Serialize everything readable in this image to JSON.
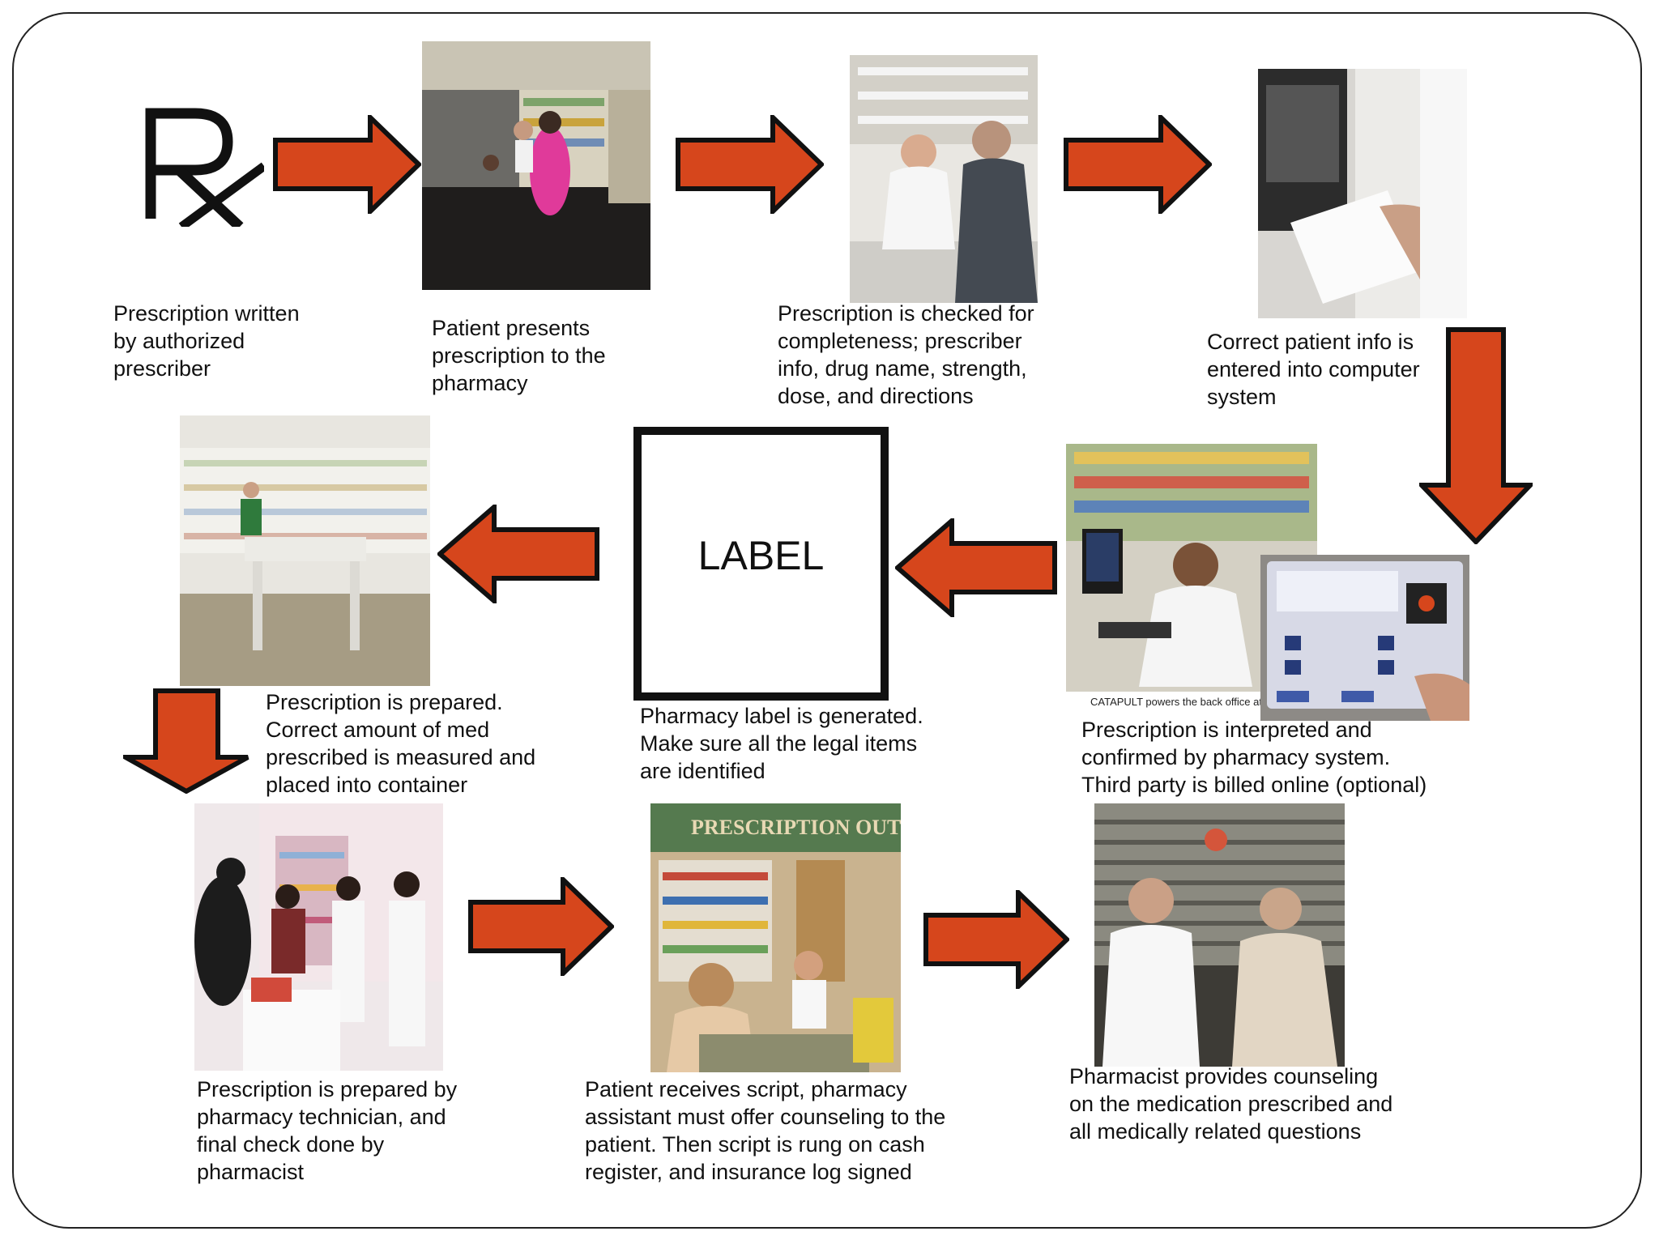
{
  "rx_symbol": "℞",
  "label_text": "LABEL",
  "photo_text": {
    "rx_out_sign": "PRESCRIPTION OUT",
    "catapult_caption": "CATAPULT powers the back office at Caesar's Ph"
  },
  "steps": [
    {
      "caption": "Prescription written\nby authorized\nprescriber"
    },
    {
      "caption": "Patient presents\nprescription to the\npharmacy"
    },
    {
      "caption": "Prescription is checked for\ncompleteness; prescriber\ninfo, drug name, strength,\ndose, and directions"
    },
    {
      "caption": "Correct patient info is\nentered into computer\nsystem"
    },
    {
      "caption": "Prescription is interpreted and\nconfirmed by pharmacy system.\nThird party is billed online (optional)"
    },
    {
      "caption": "Pharmacy label is generated.\nMake sure all the legal items\nare identified"
    },
    {
      "caption": "Prescription is prepared.\nCorrect amount of med\nprescribed is measured and\nplaced into container"
    },
    {
      "caption": "Prescription is prepared by\npharmacy technician, and\nfinal check done by\npharmacist"
    },
    {
      "caption": "Patient receives script, pharmacy\nassistant must offer counseling to the\npatient.  Then script is rung on cash\nregister, and insurance log signed"
    },
    {
      "caption": "Pharmacist provides counseling\non the medication prescribed and\nall medically related questions"
    }
  ],
  "colors": {
    "arrow_fill": "#d6461c",
    "arrow_stroke": "#111111",
    "frame": "#222222"
  },
  "icons": [
    "rx-symbol-icon",
    "arrow-right-icon",
    "arrow-left-icon",
    "arrow-down-icon"
  ]
}
